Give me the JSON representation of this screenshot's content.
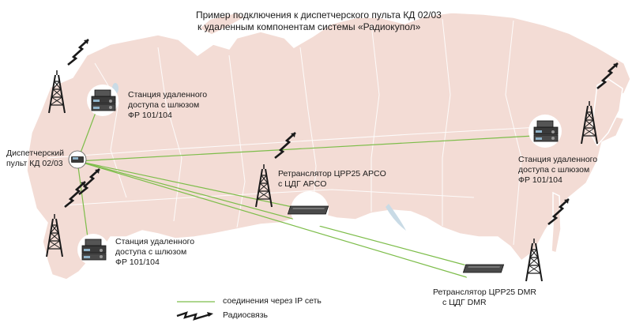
{
  "title": {
    "line1": "Пример подключения к диспетчерского пульта КД 02/03",
    "line2": "к удаленным компонентам системы «Радиокупол»"
  },
  "nodes": {
    "dispatcher": {
      "line1": "Диспетчерский",
      "line2": "пульт КД 02/03"
    },
    "station_nw": {
      "line1": "Станция удаленного",
      "line2": "доступа с шлюзом",
      "line3": "ФР 101/104"
    },
    "station_sw": {
      "line1": "Станция удаленного",
      "line2": "доступа с шлюзом",
      "line3": "ФР 101/104"
    },
    "station_east": {
      "line1": "Станция удаленного",
      "line2": "доступа с шлюзом",
      "line3": "ФР 101/104"
    },
    "repeater_apco": {
      "line1": "Ретранслятор ЦРР25 APCO",
      "line2": "с ЦДГ APCO"
    },
    "repeater_dmr": {
      "line1": "Ретранслятор ЦРР25 DMR",
      "line2": "с ЦДГ DMR"
    }
  },
  "legend": {
    "ip_link": "соединения через IP сеть",
    "radio": "Радиосвязь"
  },
  "colors": {
    "map_fill": "#f3dcd5",
    "map_border": "#ffffff",
    "ip_line": "#7dbd4a",
    "tower": "#1a1a1a"
  }
}
